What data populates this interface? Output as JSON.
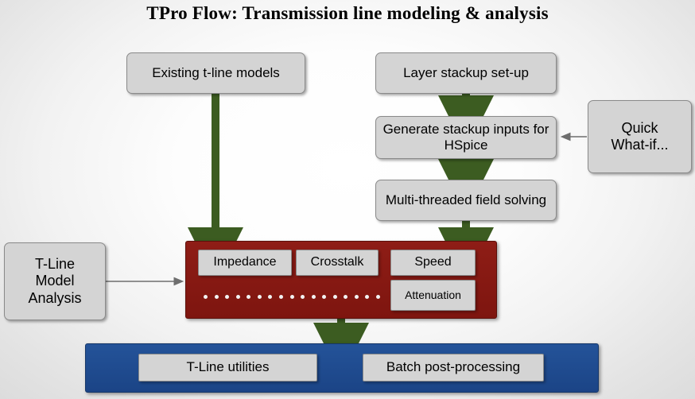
{
  "title": "TPro Flow: Transmission line modeling & analysis",
  "nodes": {
    "existing_models": "Existing t-line models",
    "layer_stackup": "Layer stackup set-up",
    "generate_stackup": "Generate stackup inputs for HSpice",
    "quick_whatif": "Quick\nWhat-if...",
    "multi_threaded": "Multi-threaded field solving",
    "tline_model_analysis": "T-Line\nModel\nAnalysis",
    "impedance": "Impedance",
    "crosstalk": "Crosstalk",
    "speed": "Speed",
    "attenuation": "Attenuation",
    "tline_utilities": "T-Line utilities",
    "batch_post": "Batch post-processing"
  },
  "colors": {
    "red_band": "#8b1a14",
    "blue_band": "#1f4e9c",
    "arrow_green": "#3c5c21",
    "node_grey": "#d4d4d4"
  },
  "dots_count": 17
}
